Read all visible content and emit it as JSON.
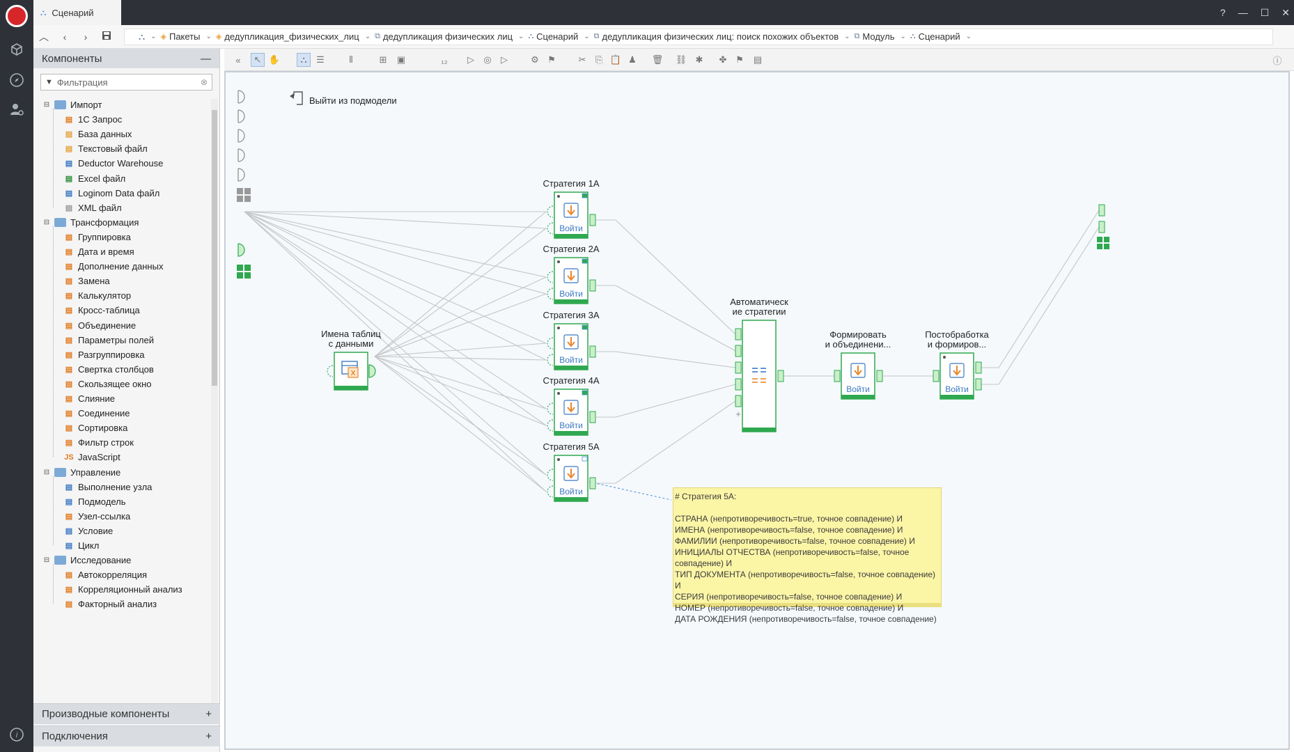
{
  "window": {
    "tab_title": "Сценарий",
    "controls": [
      "?",
      "—",
      "☐",
      "✕"
    ]
  },
  "breadcrumbs": [
    {
      "label": "Пакеты",
      "icon": "package-icon"
    },
    {
      "label": "дедупликация_физических_лиц",
      "icon": "package-icon"
    },
    {
      "label": "дедупликация физических лиц",
      "icon": "module-icon"
    },
    {
      "label": "Сценарий",
      "icon": "scenario-icon"
    },
    {
      "label": "дедупликация физических лиц: поиск похожих объектов",
      "icon": "module-icon"
    },
    {
      "label": "Модуль",
      "icon": "module-icon"
    },
    {
      "label": "Сценарий",
      "icon": "scenario-icon"
    }
  ],
  "panel": {
    "title": "Компоненты",
    "collapse": "—",
    "filter_placeholder": "Фильтрация",
    "groups": [
      {
        "label": "Импорт",
        "items": [
          {
            "label": "1С Запрос",
            "icon": "1c-icon",
            "color": "#e07a1f"
          },
          {
            "label": "База данных",
            "icon": "database-icon",
            "color": "#e3a33b"
          },
          {
            "label": "Текстовый файл",
            "icon": "text-file-icon",
            "color": "#e3a33b"
          },
          {
            "label": "Deductor Warehouse",
            "icon": "warehouse-icon",
            "color": "#3a78c2"
          },
          {
            "label": "Excel файл",
            "icon": "excel-icon",
            "color": "#2e8b3a"
          },
          {
            "label": "Loginom Data файл",
            "icon": "loginom-file-icon",
            "color": "#3a78c2"
          },
          {
            "label": "XML файл",
            "icon": "xml-icon",
            "color": "#999"
          }
        ]
      },
      {
        "label": "Трансформация",
        "items": [
          {
            "label": "Группировка",
            "icon": "grouping-icon",
            "color": "#e07a1f"
          },
          {
            "label": "Дата и время",
            "icon": "datetime-icon",
            "color": "#e07a1f"
          },
          {
            "label": "Дополнение данных",
            "icon": "data-append-icon",
            "color": "#e07a1f"
          },
          {
            "label": "Замена",
            "icon": "replace-icon",
            "color": "#e07a1f"
          },
          {
            "label": "Калькулятор",
            "icon": "calculator-icon",
            "color": "#e07a1f"
          },
          {
            "label": "Кросс-таблица",
            "icon": "cross-table-icon",
            "color": "#e07a1f"
          },
          {
            "label": "Объединение",
            "icon": "union-icon",
            "color": "#e07a1f"
          },
          {
            "label": "Параметры полей",
            "icon": "field-params-icon",
            "color": "#e07a1f"
          },
          {
            "label": "Разгруппировка",
            "icon": "ungroup-icon",
            "color": "#e07a1f"
          },
          {
            "label": "Свертка столбцов",
            "icon": "column-fold-icon",
            "color": "#e07a1f"
          },
          {
            "label": "Скользящее окно",
            "icon": "sliding-window-icon",
            "color": "#e07a1f"
          },
          {
            "label": "Слияние",
            "icon": "merge-icon",
            "color": "#e07a1f"
          },
          {
            "label": "Соединение",
            "icon": "join-icon",
            "color": "#e07a1f"
          },
          {
            "label": "Сортировка",
            "icon": "sort-icon",
            "color": "#e07a1f"
          },
          {
            "label": "Фильтр строк",
            "icon": "row-filter-icon",
            "color": "#e07a1f"
          },
          {
            "label": "JavaScript",
            "icon": "javascript-icon",
            "color": "#e07a1f"
          }
        ]
      },
      {
        "label": "Управление",
        "items": [
          {
            "label": "Выполнение узла",
            "icon": "node-exec-icon",
            "color": "#3a78c2"
          },
          {
            "label": "Подмодель",
            "icon": "submodel-icon",
            "color": "#3a78c2"
          },
          {
            "label": "Узел-ссылка",
            "icon": "link-node-icon",
            "color": "#e07a1f"
          },
          {
            "label": "Условие",
            "icon": "condition-icon",
            "color": "#3a78c2"
          },
          {
            "label": "Цикл",
            "icon": "loop-icon",
            "color": "#3a78c2"
          }
        ]
      },
      {
        "label": "Исследование",
        "items": [
          {
            "label": "Автокорреляция",
            "icon": "autocorrelation-icon",
            "color": "#e07a1f"
          },
          {
            "label": "Корреляционный анализ",
            "icon": "correlation-icon",
            "color": "#e07a1f"
          },
          {
            "label": "Факторный анализ",
            "icon": "factor-analysis-icon",
            "color": "#e07a1f"
          }
        ]
      }
    ],
    "footer": [
      {
        "label": "Производные компоненты",
        "action": "+"
      },
      {
        "label": "Подключения",
        "action": "+"
      }
    ]
  },
  "canvas": {
    "exit_label": "Выйти из подмодели",
    "input_node": {
      "label": "Имена таблиц с данными",
      "line1": "Имена таблиц",
      "line2": "с данными"
    },
    "strategies": [
      {
        "label": "Стратегия 1А",
        "button": "Войти"
      },
      {
        "label": "Стратегия 2А",
        "button": "Войти"
      },
      {
        "label": "Стратегия 3А",
        "button": "Войти"
      },
      {
        "label": "Стратегия 4А",
        "button": "Войти"
      },
      {
        "label": "Стратегия 5А",
        "button": "Войти"
      }
    ],
    "auto_node": {
      "line1": "Автоматическ",
      "line2": "ие стратегии"
    },
    "form_node": {
      "line1": "Формировать",
      "line2": "и объединени...",
      "button": "Войти"
    },
    "post_node": {
      "line1": "Постобработка",
      "line2": "и формиров...",
      "button": "Войти"
    },
    "note": {
      "lines": [
        "# Стратегия 5А:",
        "",
        "СТРАНА (непротиворечивость=true, точное совпадение) И",
        "ИМЕНА (непротиворечивость=false, точное совпадение) И",
        "ФАМИЛИИ (непротиворечивость=false, точное совпадение) И",
        "ИНИЦИАЛЫ ОТЧЕСТВА (непротиворечивость=false, точное совпадение) И",
        "ТИП ДОКУМЕНТА (непротиворечивость=false, точное совпадение) И",
        "СЕРИЯ (непротиворечивость=false, точное совпадение) И",
        "НОМЕР (непротиворечивость=false, точное совпадение) И",
        "ДАТА РОЖДЕНИЯ (непротиворечивость=false, точное совпадение)"
      ]
    }
  },
  "colors": {
    "node_border": "#2fa84f",
    "node_fill": "#ffffff",
    "port_fill": "#c9f0c9",
    "note_bg": "#fbf5a6",
    "note_border": "#e3d676",
    "link": "#4a8ed8",
    "accent_orange": "#e8852a"
  }
}
